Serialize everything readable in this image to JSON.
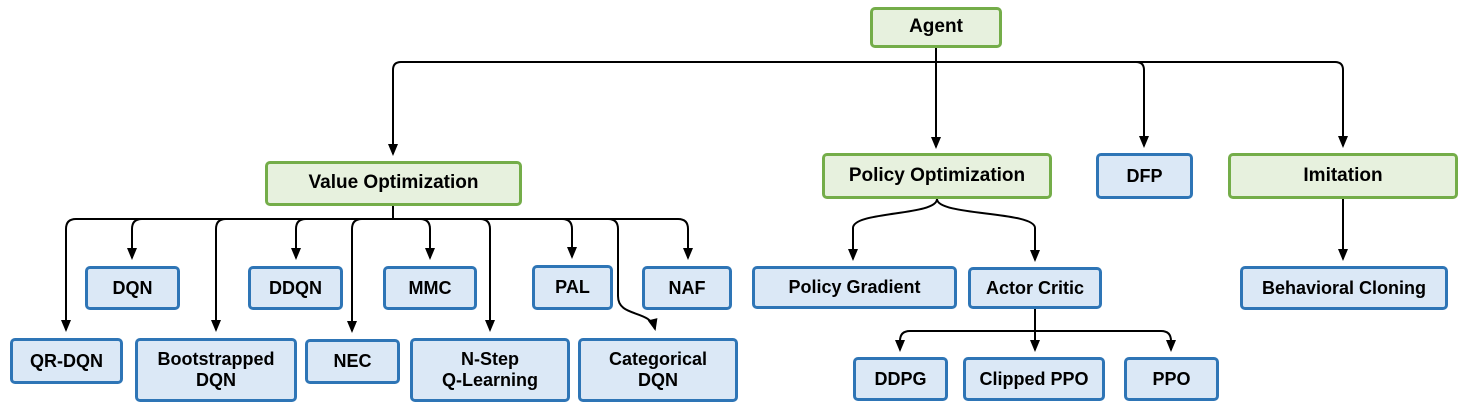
{
  "diagram": {
    "type": "tree",
    "palette": {
      "category_fill": "#e7f1de",
      "category_border": "#74ad49",
      "algorithm_fill": "#dbe8f6",
      "algorithm_border": "#2e75b6",
      "connector_color": "#000000",
      "text_color": "#000000"
    },
    "nodes": {
      "agent": {
        "label": "Agent",
        "kind": "category"
      },
      "value_optimization": {
        "label": "Value Optimization",
        "kind": "category"
      },
      "policy_optimization": {
        "label": "Policy Optimization",
        "kind": "category"
      },
      "dfp": {
        "label": "DFP",
        "kind": "algorithm"
      },
      "imitation": {
        "label": "Imitation",
        "kind": "category"
      },
      "dqn": {
        "label": "DQN",
        "kind": "algorithm"
      },
      "ddqn": {
        "label": "DDQN",
        "kind": "algorithm"
      },
      "mmc": {
        "label": "MMC",
        "kind": "algorithm"
      },
      "pal": {
        "label": "PAL",
        "kind": "algorithm"
      },
      "naf": {
        "label": "NAF",
        "kind": "algorithm"
      },
      "qr_dqn": {
        "label": "QR-DQN",
        "kind": "algorithm"
      },
      "bootstrapped_dqn": {
        "label": "Bootstrapped\nDQN",
        "kind": "algorithm"
      },
      "nec": {
        "label": "NEC",
        "kind": "algorithm"
      },
      "n_step_q_learning": {
        "label": "N-Step\nQ-Learning",
        "kind": "algorithm"
      },
      "categorical_dqn": {
        "label": "Categorical\nDQN",
        "kind": "algorithm"
      },
      "policy_gradient": {
        "label": "Policy Gradient",
        "kind": "algorithm"
      },
      "actor_critic": {
        "label": "Actor Critic",
        "kind": "algorithm"
      },
      "ddpg": {
        "label": "DDPG",
        "kind": "algorithm"
      },
      "clipped_ppo": {
        "label": "Clipped PPO",
        "kind": "algorithm"
      },
      "ppo": {
        "label": "PPO",
        "kind": "algorithm"
      },
      "behavioral_cloning": {
        "label": "Behavioral Cloning",
        "kind": "algorithm"
      }
    },
    "edges": [
      {
        "from": "agent",
        "to": "value_optimization"
      },
      {
        "from": "agent",
        "to": "policy_optimization"
      },
      {
        "from": "agent",
        "to": "dfp"
      },
      {
        "from": "agent",
        "to": "imitation"
      },
      {
        "from": "value_optimization",
        "to": "qr_dqn"
      },
      {
        "from": "value_optimization",
        "to": "dqn"
      },
      {
        "from": "value_optimization",
        "to": "bootstrapped_dqn"
      },
      {
        "from": "value_optimization",
        "to": "ddqn"
      },
      {
        "from": "value_optimization",
        "to": "nec"
      },
      {
        "from": "value_optimization",
        "to": "mmc"
      },
      {
        "from": "value_optimization",
        "to": "n_step_q_learning"
      },
      {
        "from": "value_optimization",
        "to": "pal"
      },
      {
        "from": "value_optimization",
        "to": "categorical_dqn"
      },
      {
        "from": "value_optimization",
        "to": "naf"
      },
      {
        "from": "policy_optimization",
        "to": "policy_gradient"
      },
      {
        "from": "policy_optimization",
        "to": "actor_critic"
      },
      {
        "from": "actor_critic",
        "to": "ddpg"
      },
      {
        "from": "actor_critic",
        "to": "clipped_ppo"
      },
      {
        "from": "actor_critic",
        "to": "ppo"
      },
      {
        "from": "imitation",
        "to": "behavioral_cloning"
      }
    ]
  }
}
